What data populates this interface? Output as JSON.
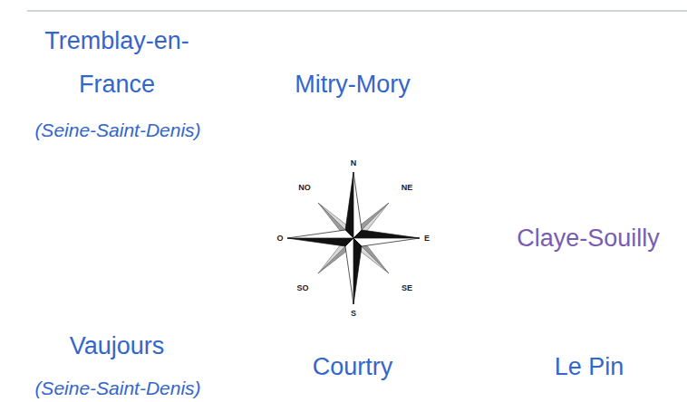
{
  "diagram": {
    "labels": [
      "Tremblay-en-France",
      "(Seine-Saint-Denis)",
      "Mitry-Mory",
      "NO",
      "N",
      "NE",
      "O",
      "E",
      "Claye-Souilly",
      "SO",
      "S",
      "SE",
      "Vaujours",
      "(Seine-Saint-Denis)",
      "Courtry",
      "Le Pin"
    ]
  }
}
